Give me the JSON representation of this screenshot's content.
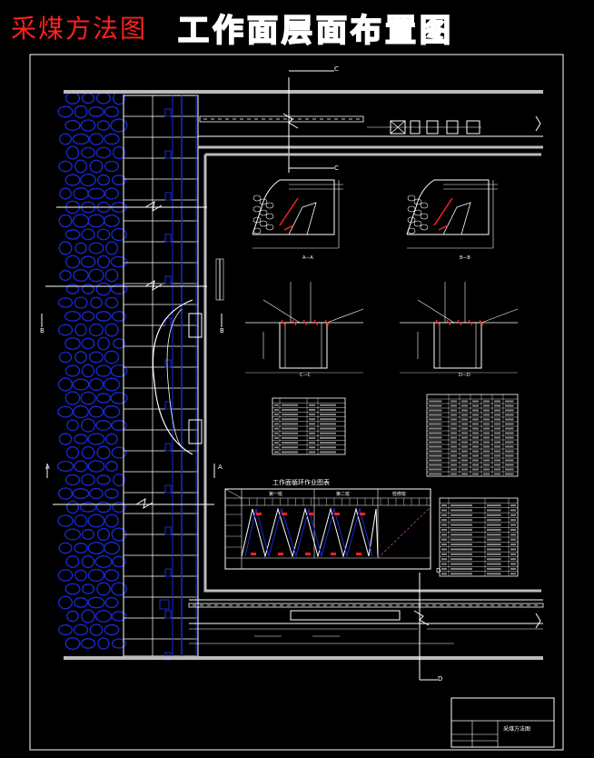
{
  "header": {
    "red_title": "采煤方法图",
    "main_title": "工作面层面布置图"
  },
  "sections": {
    "c_top": "C",
    "c_bottom": "C",
    "aa_left": "A",
    "aa_right": "A",
    "bb_left": "B",
    "bb_right": "B",
    "d_bottom": "D",
    "d_right": "D",
    "aa_caption": "A—A",
    "bb_caption": "B—B",
    "cc_caption": "C—C",
    "dd_caption": "D—D"
  },
  "cycle_chart": {
    "title": "工作面循环作业图表",
    "shift1": "第一班",
    "shift2": "第二班",
    "shift3": "检修班"
  },
  "colors": {
    "background": "#000000",
    "lines": "#ffffff",
    "rock": "#1a2bd8",
    "support": "#1a2bd8",
    "accent": "#ff2020",
    "dashed": "#b040b0"
  },
  "title_block": {
    "name": "采煤方法图"
  }
}
